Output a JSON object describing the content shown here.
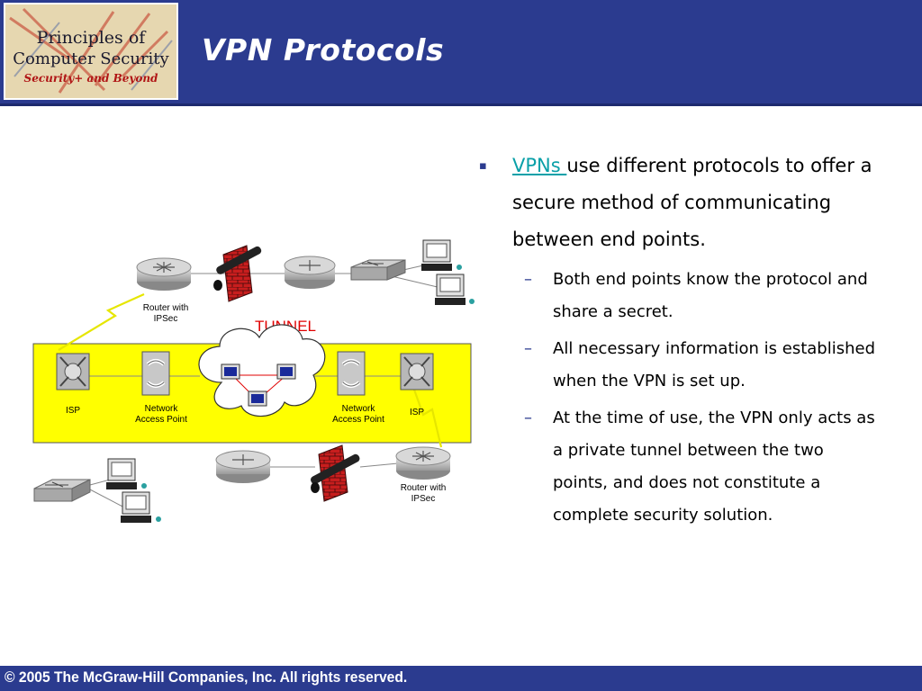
{
  "logo": {
    "line1": "Principles of",
    "line2": "Computer Security",
    "line3": "Security+ and Beyond"
  },
  "title": "VPN Protocols",
  "bullet": {
    "link_text": "VPNs ",
    "text": "use different protocols to offer a secure method of communicating between end points."
  },
  "sub_bullets": [
    "Both end points know the protocol and share a secret.",
    "All necessary information is established when the VPN is set up.",
    "At the time of use, the VPN only acts as a private tunnel between the two points, and does not constitute a complete security solution."
  ],
  "diagram": {
    "router_top_label": [
      "Router with",
      "IPSec"
    ],
    "tunnel_label": "TUNNEL",
    "isp_left": "ISP",
    "nap_left": [
      "Network",
      "Access Point"
    ],
    "nap_right": [
      "Network",
      "Access Point"
    ],
    "isp_right": "ISP",
    "router_bottom_label": [
      "Router with",
      "IPSec"
    ]
  },
  "footer": {
    "copyright": "© 2005 The McGraw-Hill Companies, Inc. All rights reserved."
  },
  "colors": {
    "header_blue": "#2b3b8f",
    "link_teal": "#0aa0a8",
    "zone_yellow": "#ffff00",
    "tunnel_red": "#e00000"
  }
}
